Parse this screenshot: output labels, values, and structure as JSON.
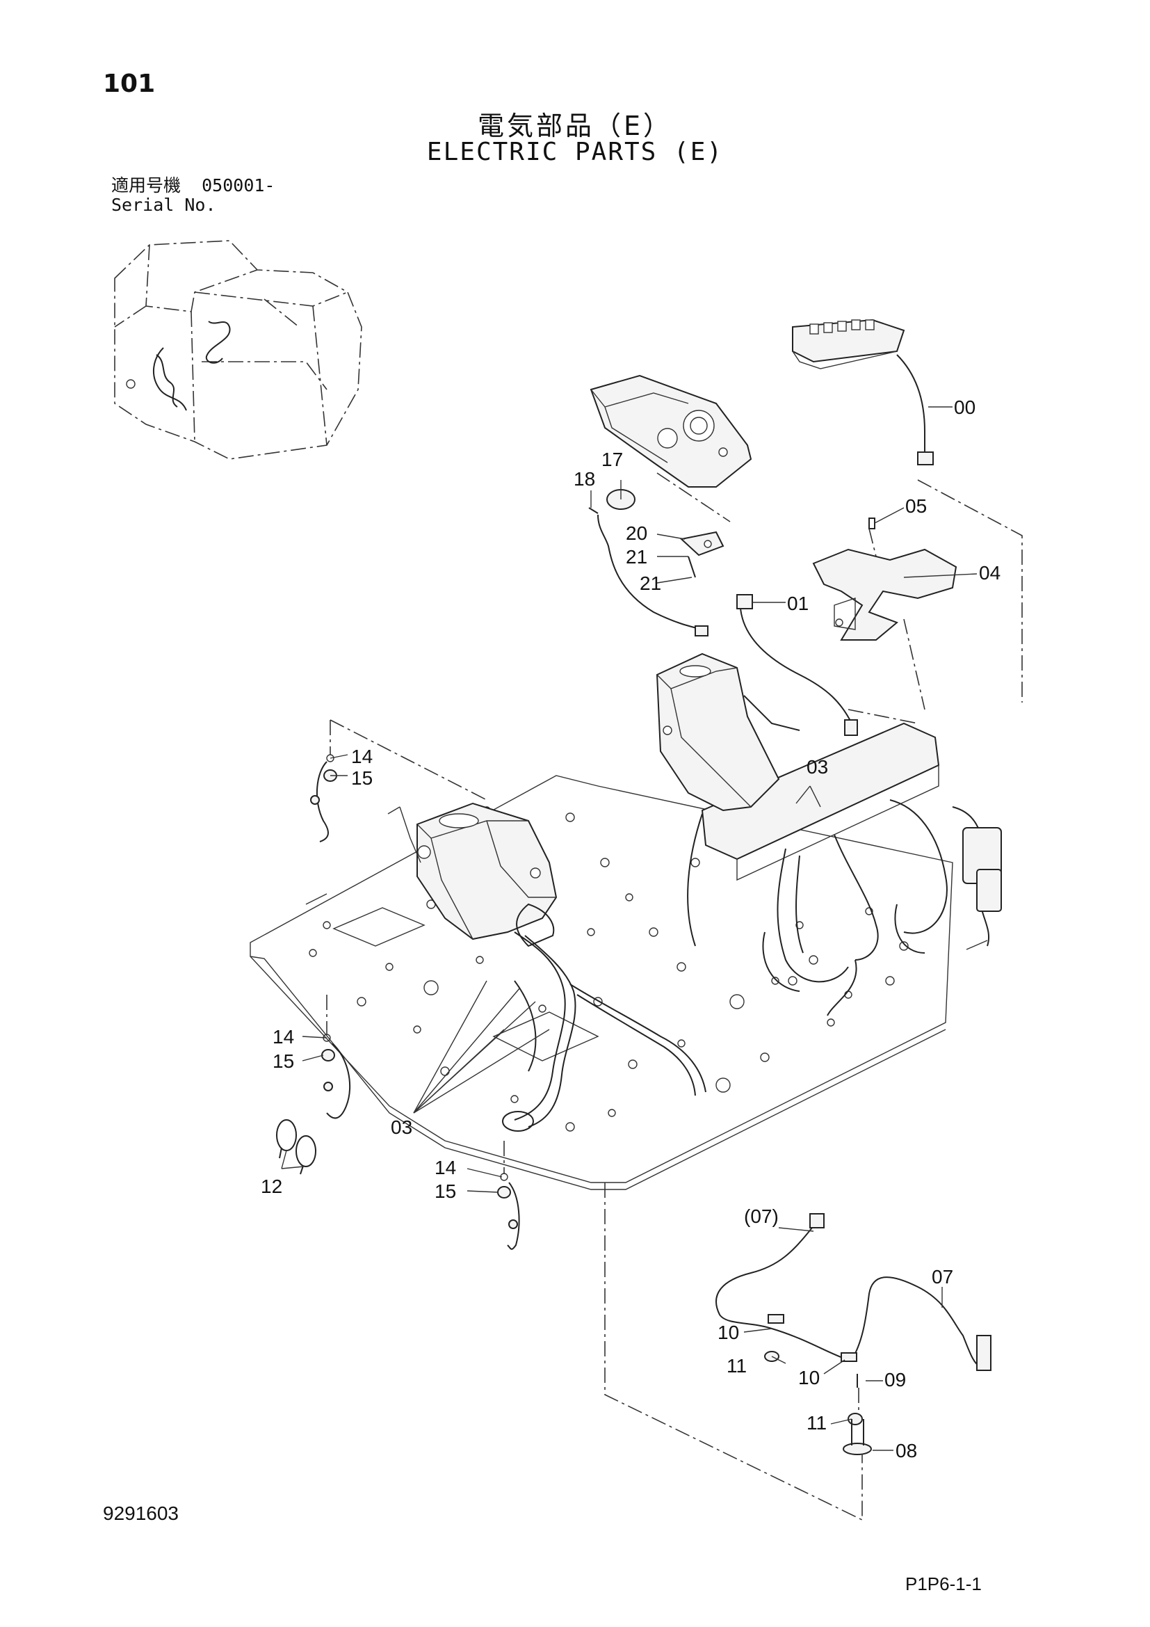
{
  "page_number": "101",
  "title_jp": "電気部品（E）",
  "title_en": "ELECTRIC PARTS (E)",
  "serial": {
    "label_jp": "適用号機",
    "label_en": "Serial No.",
    "value": "050001-"
  },
  "callouts": {
    "c00": "00",
    "c01": "01",
    "c03a": "03",
    "c03b": "03",
    "c04": "04",
    "c05": "05",
    "c07": "07",
    "c07p": "(07)",
    "c08": "08",
    "c09": "09",
    "c10a": "10",
    "c10b": "10",
    "c11a": "11",
    "c11b": "11",
    "c12": "12",
    "c14a": "14",
    "c14b": "14",
    "c14c": "14",
    "c15a": "15",
    "c15b": "15",
    "c15c": "15",
    "c17": "17",
    "c18": "18",
    "c20": "20",
    "c21a": "21",
    "c21b": "21"
  },
  "document_number": "9291603",
  "sheet_code": "P1P6-1-1"
}
